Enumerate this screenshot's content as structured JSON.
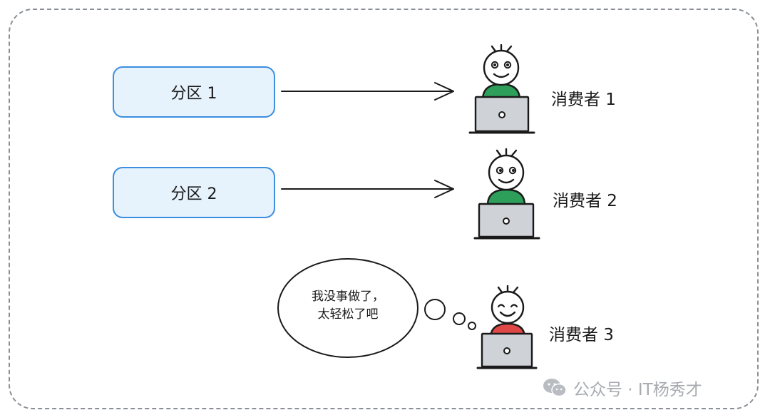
{
  "diagram": {
    "partitions": [
      {
        "label": "分区 1"
      },
      {
        "label": "分区 2"
      }
    ],
    "consumers": [
      {
        "label": "消费者 1",
        "shirt_color": "#2e9e5b"
      },
      {
        "label": "消费者 2",
        "shirt_color": "#2e9e5b"
      },
      {
        "label": "消费者 3",
        "shirt_color": "#e04848"
      }
    ],
    "thought_bubble": {
      "line1": "我没事做了，",
      "line2": "太轻松了吧"
    }
  },
  "watermark": {
    "text": "公众号 · IT杨秀才",
    "icon": "wechat-icon"
  }
}
